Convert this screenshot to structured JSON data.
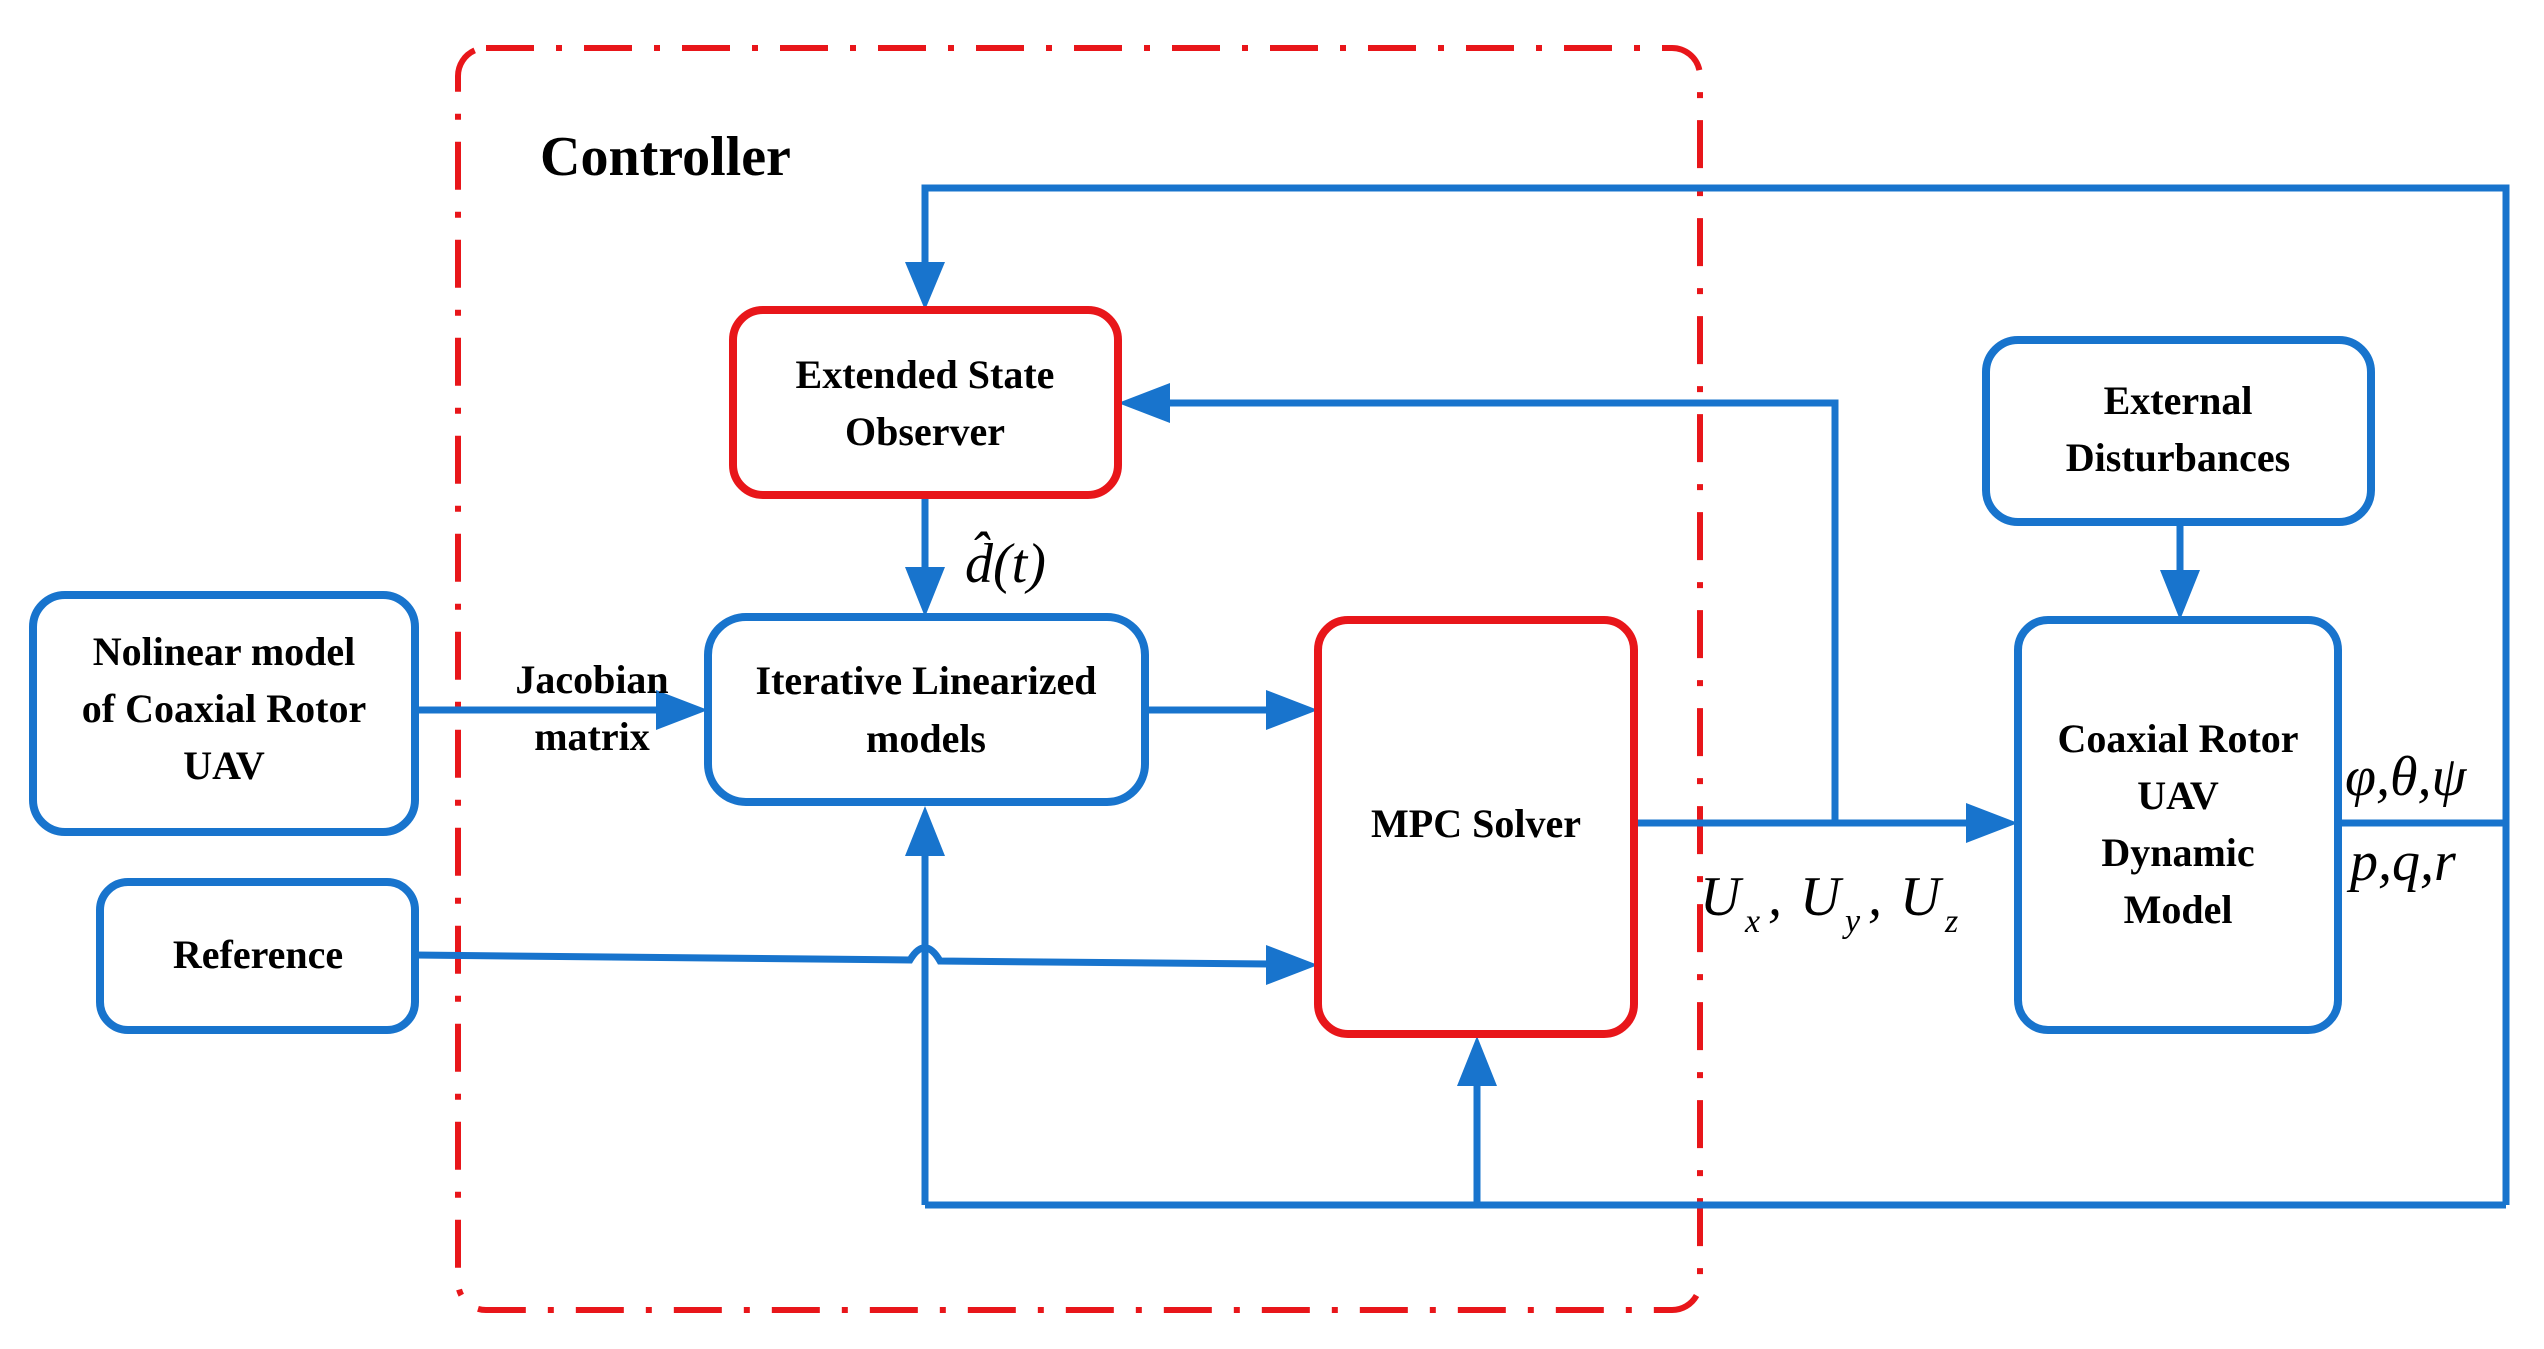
{
  "controller": {
    "label": "Controller",
    "border_color": "#e8161a"
  },
  "colors": {
    "signal": "#1874cd",
    "controller_block": "#e8161a"
  },
  "blocks": {
    "eso": {
      "line1": "Extended State",
      "line2": "Observer"
    },
    "ilm": {
      "line1": "Iterative Linearized",
      "line2": "models"
    },
    "mpc": {
      "line1": "MPC Solver"
    },
    "nonlinear": {
      "line1": "Nolinear model",
      "line2": "of Coaxial Rotor",
      "line3": "UAV"
    },
    "reference": {
      "line1": "Reference"
    },
    "disturbances": {
      "line1": "External",
      "line2": "Disturbances"
    },
    "plant": {
      "line1": "Coaxial Rotor",
      "line2": "UAV",
      "line3": "Dynamic",
      "line4": "Model"
    }
  },
  "labels": {
    "jacobian_line1": "Jacobian",
    "jacobian_line2": "matrix",
    "dhat": "d̂(t)",
    "control_inputs": {
      "u": "U",
      "sub_x": "x",
      "sub_y": "y",
      "sub_z": "z",
      "sep": ","
    },
    "angles": "φ,θ,ψ",
    "rates": "p,q,r"
  }
}
